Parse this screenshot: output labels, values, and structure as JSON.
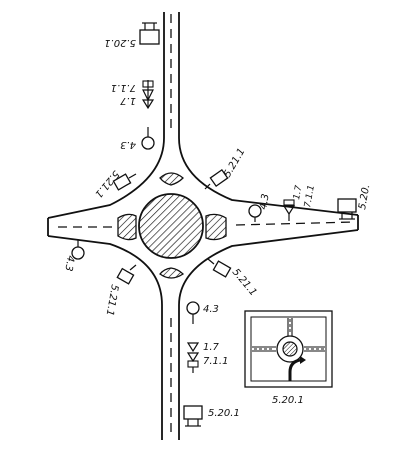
{
  "diagram": {
    "labels": {
      "sign_5_20_1_top": "5.20.1",
      "sign_1_7_top_a": "1.7",
      "sign_7_1_1_top_b": "7.1.1",
      "sign_4_3_top": "4.3",
      "sign_5_21_1_nw": "5.21.1",
      "sign_5_21_1_ne": "5.21.1",
      "sign_4_3_east": "4.3",
      "sign_1_7_east": "1.7",
      "sign_7_1_1_east": "7.1.1",
      "sign_5_20_east": "5.20.",
      "sign_4_3_west": "4.3",
      "sign_5_21_1_sw": "5.21.1",
      "sign_5_21_1_se": "5.21.1",
      "sign_4_3_south": "4.3",
      "sign_1_7_south": "1.7",
      "sign_7_1_1_south": "7.1.1",
      "sign_5_20_1_south": "5.20.1",
      "inset_caption": "5.20.1"
    }
  }
}
